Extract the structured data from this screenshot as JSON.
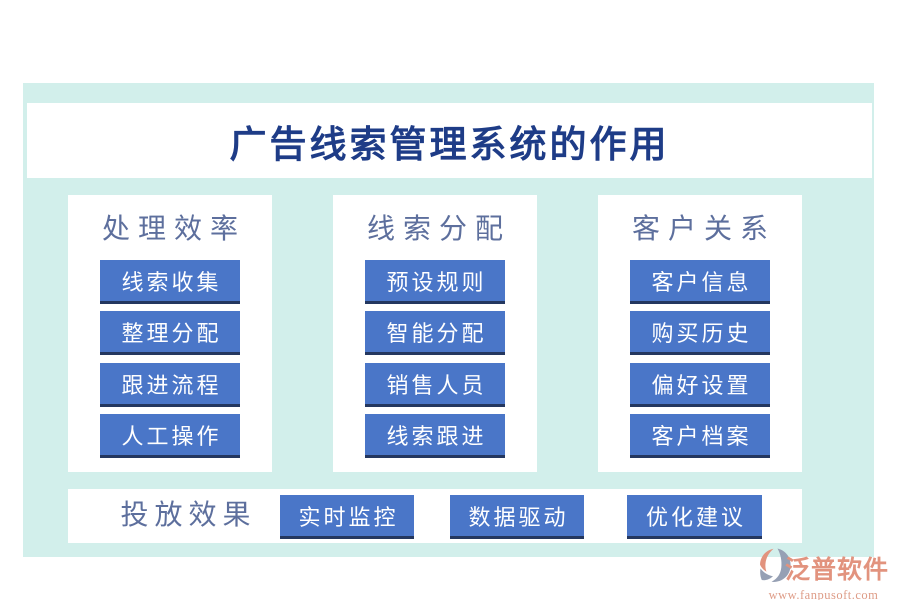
{
  "title": "广告线索管理系统的作用",
  "columns": [
    {
      "header": "处理效率",
      "items": [
        "线索收集",
        "整理分配",
        "跟进流程",
        "人工操作"
      ]
    },
    {
      "header": "线索分配",
      "items": [
        "预设规则",
        "智能分配",
        "销售人员",
        "线索跟进"
      ]
    },
    {
      "header": "客户关系",
      "items": [
        "客户信息",
        "购买历史",
        "偏好设置",
        "客户档案"
      ]
    }
  ],
  "bottom_row": {
    "header": "投放效果",
    "items": [
      "实时监控",
      "数据驱动",
      "优化建议"
    ]
  },
  "branding": {
    "company": "泛普软件",
    "website": "www.fanpusoft.com"
  },
  "colors": {
    "panel_background": "#d2efeb",
    "card_background": "#ffffff",
    "chip_blue": "#4a76c8",
    "chip_edge": "#24375f",
    "chip_text": "#ffffff",
    "header_text": "#5d6f9d",
    "title_text": "#1e3c87",
    "brand_salmon": "#e2937e"
  }
}
